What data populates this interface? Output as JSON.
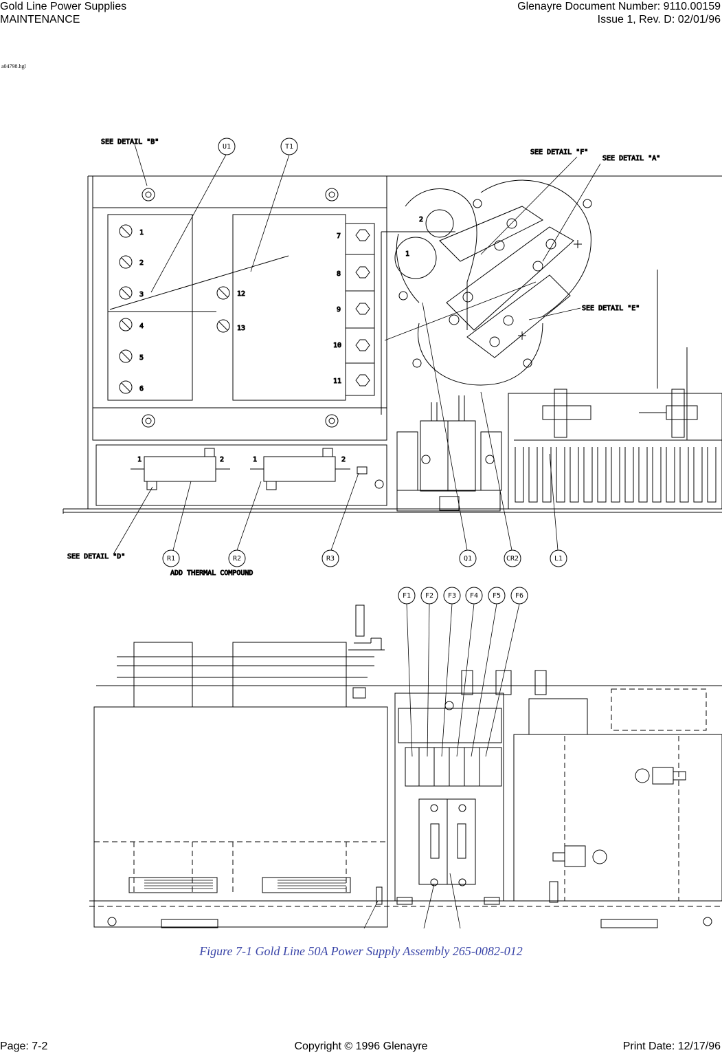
{
  "header": {
    "title": "Gold Line Power Supplies",
    "section": "MAINTENANCE",
    "doc_number": "Glenayre Document Number: 9110.00159",
    "issue": "Issue 1, Rev. D: 02/01/96"
  },
  "drawing": {
    "file_id": "a04798.hgl",
    "callouts": {
      "see_detail_b": "SEE DETAIL \"B\"",
      "see_detail_f": "SEE DETAIL \"F\"",
      "see_detail_a": "SEE DETAIL \"A\"",
      "see_detail_e": "SEE DETAIL \"E\"",
      "see_detail_d": "SEE DETAIL \"D\"",
      "add_thermal": "ADD THERMAL COMPOUND"
    },
    "terminal_numbers": [
      "1",
      "2",
      "3",
      "4",
      "5",
      "6",
      "7",
      "8",
      "9",
      "10",
      "11",
      "12",
      "13"
    ],
    "balloons_top": [
      "U1",
      "T1"
    ],
    "balloons_mid": [
      "R1",
      "R2",
      "R3",
      "Q1",
      "CR2",
      "L1"
    ],
    "fuse_balloons": [
      "F1",
      "F2",
      "F3",
      "F4",
      "F5",
      "F6"
    ]
  },
  "caption": "Figure 7-1  Gold Line 50A Power Supply Assembly 265-0082-012",
  "footer": {
    "page": "Page: 7-2",
    "copyright": "Copyright © 1996 Glenayre",
    "print_date": "Print Date: 12/17/96"
  }
}
